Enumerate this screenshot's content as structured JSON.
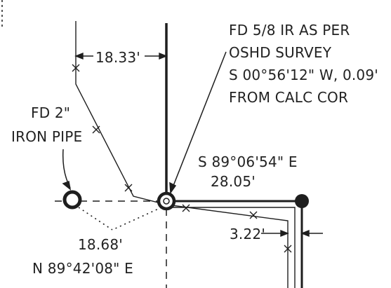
{
  "notes": {
    "fd_iron_rod": [
      "FD 5/8 IR AS PER",
      "OSHD SURVEY",
      "S 00°56'12\" W, 0.09'",
      "FROM CALC COR"
    ],
    "fd_iron_pipe": [
      "FD 2\"",
      "IRON PIPE"
    ]
  },
  "dimensions": {
    "top_offset": "18.33'",
    "bearing_east": "S 89°06'54\" E",
    "distance_east": "28.05'",
    "pipe_distance": "18.68'",
    "pipe_bearing": "N 89°42'08\" E",
    "right_offset": "3.22'"
  },
  "colors": {
    "ink": "#1e1e1e",
    "paper": "#ffffff"
  }
}
